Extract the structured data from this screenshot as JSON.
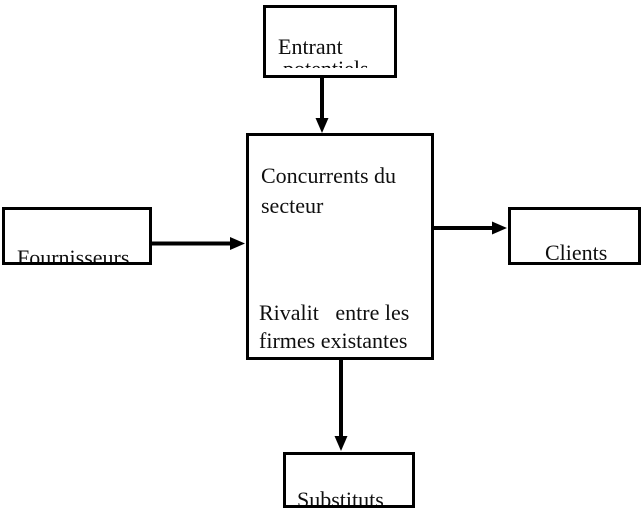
{
  "diagram": {
    "boxes": {
      "entrants": {
        "line1": "Entrant",
        "line2_clipped": "potentiels"
      },
      "center": {
        "line1": "Concurrents du",
        "line2": "secteur",
        "line3": "Rivalit   entre les",
        "line4": "firmes existantes"
      },
      "fournisseurs": {
        "label": "Fournisseurs"
      },
      "clients": {
        "label": "Clients"
      },
      "substituts": {
        "label": "Substituts"
      }
    },
    "colors": {
      "stroke": "#000000",
      "background": "#ffffff",
      "text": "#0f0f0f"
    }
  }
}
